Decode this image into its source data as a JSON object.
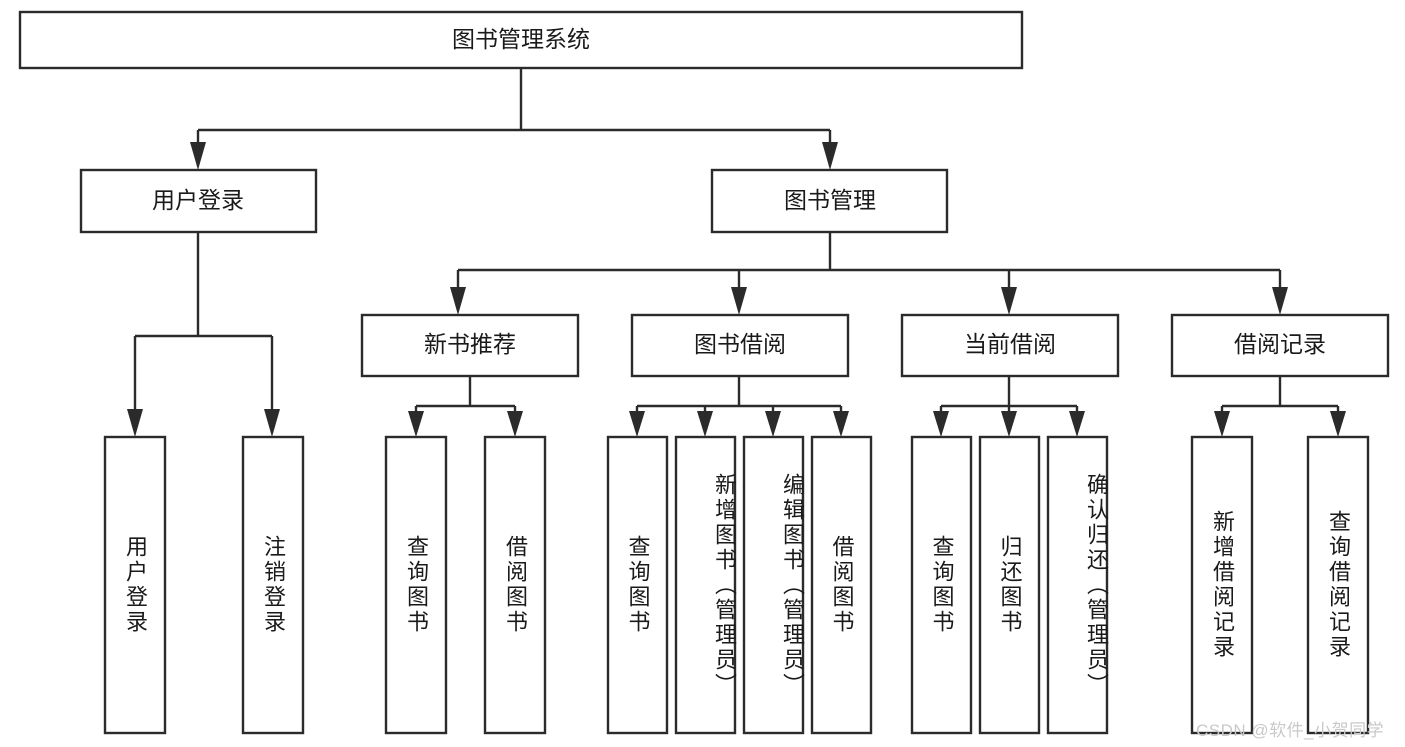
{
  "diagram": {
    "type": "tree-hierarchy",
    "title": "图书管理系统",
    "watermark": "CSDN @软件_小贺同学",
    "colors": {
      "stroke": "#2b2b2b",
      "fill": "#ffffff",
      "text": "#1a1a1a",
      "watermark": "#c9c9c9",
      "background": "#ffffff"
    },
    "levels": {
      "root": {
        "label": "图书管理系统"
      },
      "level2": [
        {
          "id": "user-login",
          "label": "用户登录"
        },
        {
          "id": "book-manage",
          "label": "图书管理"
        }
      ],
      "level3": [
        {
          "id": "new-book-recommend",
          "label": "新书推荐"
        },
        {
          "id": "book-borrow",
          "label": "图书借阅"
        },
        {
          "id": "current-borrow",
          "label": "当前借阅"
        },
        {
          "id": "borrow-record",
          "label": "借阅记录"
        }
      ],
      "leaves": {
        "user-login": [
          {
            "id": "leaf-user-login",
            "label": "用户登录"
          },
          {
            "id": "leaf-logout-login",
            "label": "注销登录"
          }
        ],
        "new-book-recommend": [
          {
            "id": "leaf-query-book-1",
            "label": "查询图书"
          },
          {
            "id": "leaf-borrow-book-1",
            "label": "借阅图书"
          }
        ],
        "book-borrow": [
          {
            "id": "leaf-query-book-2",
            "label": "查询图书"
          },
          {
            "id": "leaf-add-book-admin",
            "label": "新增图书（管理员）"
          },
          {
            "id": "leaf-edit-book-admin",
            "label": "编辑图书（管理员）"
          },
          {
            "id": "leaf-borrow-book-2",
            "label": "借阅图书"
          }
        ],
        "current-borrow": [
          {
            "id": "leaf-query-book-3",
            "label": "查询图书"
          },
          {
            "id": "leaf-return-book",
            "label": "归还图书"
          },
          {
            "id": "leaf-confirm-return-admin",
            "label": "确认归还（管理员）"
          }
        ],
        "borrow-record": [
          {
            "id": "leaf-add-borrow-record",
            "label": "新增借阅记录"
          },
          {
            "id": "leaf-query-borrow-record",
            "label": "查询借阅记录"
          }
        ]
      }
    }
  }
}
